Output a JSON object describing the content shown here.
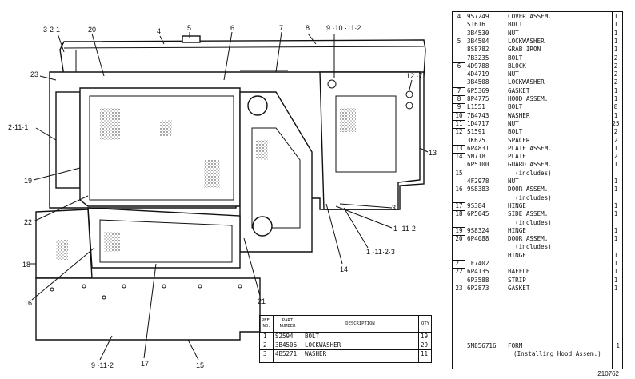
{
  "callouts": {
    "c3_2_1": "3·2·1",
    "c20": "20",
    "c4": "4",
    "c5": "5",
    "c6": "6",
    "c7": "7",
    "c8": "8",
    "c9_10_11_2": "9 ·10 ·11·2",
    "c23": "23",
    "c12_7": "12 ·7",
    "c2_11_1": "2·11·1",
    "c13": "13",
    "c19": "19",
    "c22": "22",
    "c3": "3",
    "c1_11_2": "1 ·11·2",
    "c18": "18",
    "c1_11_2_3": "1 ·11·2·3",
    "c14": "14",
    "c16": "16",
    "c21": "21",
    "c9_11_2": "9 ·11·2",
    "c17": "17",
    "c15": "15"
  },
  "parts_list": [
    {
      "ref": "4",
      "pn": "9S7249",
      "desc": "COVER ASSEM.",
      "qty": "1"
    },
    {
      "ref": "",
      "pn": "S1616",
      "desc": "BOLT",
      "qty": "1"
    },
    {
      "ref": "",
      "pn": "3B4530",
      "desc": "NUT",
      "qty": "1"
    },
    {
      "ref": "5",
      "pn": "3B4504",
      "desc": "LOCKWASHER",
      "qty": "1"
    },
    {
      "ref": "",
      "pn": "8S8782",
      "desc": "GRAB IRON",
      "qty": "1"
    },
    {
      "ref": "",
      "pn": "7B3235",
      "desc": "BOLT",
      "qty": "2"
    },
    {
      "ref": "6",
      "pn": "4D9788",
      "desc": "BLOCK",
      "qty": "2"
    },
    {
      "ref": "",
      "pn": "4D4719",
      "desc": "NUT",
      "qty": "2"
    },
    {
      "ref": "",
      "pn": "3B4508",
      "desc": "LOCKWASHER",
      "qty": "2"
    },
    {
      "ref": "7",
      "pn": "6P5369",
      "desc": "GASKET",
      "qty": "1"
    },
    {
      "ref": "8",
      "pn": "8P4775",
      "desc": "HOOD ASSEM.",
      "qty": "1"
    },
    {
      "ref": "9",
      "pn": "L1551",
      "desc": "BOLT",
      "qty": "8"
    },
    {
      "ref": "10",
      "pn": "7B4743",
      "desc": "WASHER",
      "qty": "1"
    },
    {
      "ref": "11",
      "pn": "1D4717",
      "desc": "NUT",
      "qty": "25"
    },
    {
      "ref": "12",
      "pn": "S1591",
      "desc": "BOLT",
      "qty": "2"
    },
    {
      "ref": "",
      "pn": "3K625",
      "desc": "SPACER",
      "qty": "2"
    },
    {
      "ref": "13",
      "pn": "6P4831",
      "desc": "PLATE ASSEM.",
      "qty": "1"
    },
    {
      "ref": "14",
      "pn": "5M718",
      "desc": "PLATE",
      "qty": "2"
    },
    {
      "ref": "",
      "pn": "6P5100",
      "desc": "GUARD ASSEM.",
      "qty": "1"
    },
    {
      "ref": "15",
      "pn": "",
      "desc": "(includes)",
      "qty": ""
    },
    {
      "ref": "",
      "pn": "4F2978",
      "desc": "NUT",
      "qty": "1"
    },
    {
      "ref": "16",
      "pn": "9S8383",
      "desc": "DOOR ASSEM.",
      "qty": "1"
    },
    {
      "ref": "",
      "pn": "",
      "desc": "(includes)",
      "qty": ""
    },
    {
      "ref": "17",
      "pn": "9S384",
      "desc": "HINGE",
      "qty": "1"
    },
    {
      "ref": "18",
      "pn": "6P5045",
      "desc": "SIDE ASSEM.",
      "qty": "1"
    },
    {
      "ref": "",
      "pn": "",
      "desc": "(includes)",
      "qty": ""
    },
    {
      "ref": "19",
      "pn": "9S8324",
      "desc": "HINGE",
      "qty": "1"
    },
    {
      "ref": "20",
      "pn": "6P4088",
      "desc": "DOOR ASSEM.",
      "qty": "1"
    },
    {
      "ref": "",
      "pn": "",
      "desc": "(includes)",
      "qty": ""
    },
    {
      "ref": "",
      "pn": "",
      "desc": "HINGE",
      "qty": "1"
    },
    {
      "ref": "21",
      "pn": "1F7402",
      "desc": "",
      "qty": "1"
    },
    {
      "ref": "22",
      "pn": "6P4135",
      "desc": "BAFFLE",
      "qty": "1"
    },
    {
      "ref": "",
      "pn": "6P3588",
      "desc": "STRIP",
      "qty": "1"
    },
    {
      "ref": "23",
      "pn": "6P2873",
      "desc": "GASKET",
      "qty": "1"
    }
  ],
  "form_row": {
    "pn": "5M856716",
    "desc": "FORM",
    "qty": "1",
    "note": "(Installing Hood Assem.)"
  },
  "drawing_number": "210762",
  "small_table": {
    "headers": {
      "ref": "REF. NO.",
      "pn": "PART NUMBER",
      "desc": "DESCRIPTION",
      "qty": "QTY"
    },
    "rows": [
      {
        "ref": "1",
        "pn": "S2594",
        "desc": "BOLT",
        "qty": "19"
      },
      {
        "ref": "2",
        "pn": "3B4506",
        "desc": "LOCKWASHER",
        "qty": "29"
      },
      {
        "ref": "3",
        "pn": "4B5271",
        "desc": "WASHER",
        "qty": "11"
      }
    ]
  }
}
